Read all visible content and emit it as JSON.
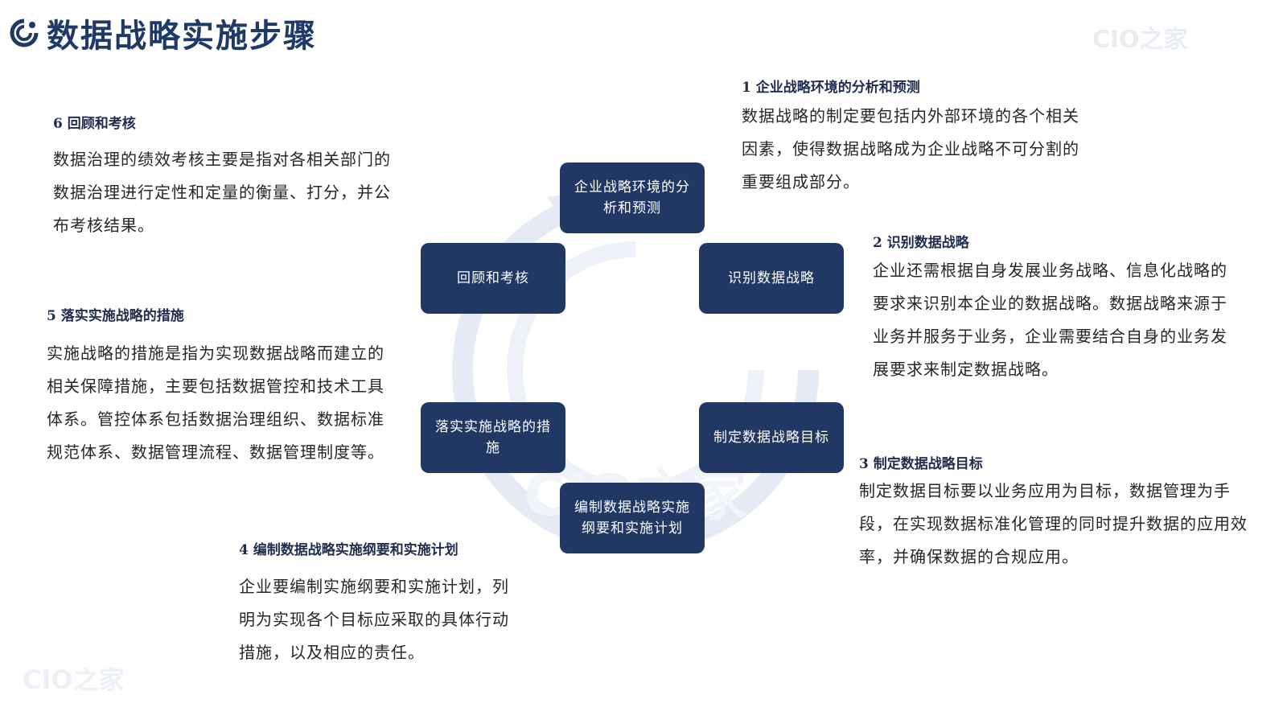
{
  "header": {
    "title": "数据战略实施步骤",
    "watermark": "CIO之家"
  },
  "cycle": {
    "nodes": [
      "企业战略环境的分析和预测",
      "识别数据战略",
      "制定数据战略目标",
      "编制数据战略实施纲要和实施计划",
      "落实实施战略的措施",
      "回顾和考核"
    ]
  },
  "steps": [
    {
      "title": "1 企业战略环境的分析和预测",
      "desc": "数据战略的制定要包括内外部环境的各个相关因素，使得数据战略成为企业战略不可分割的重要组成部分。"
    },
    {
      "title": "2 识别数据战略",
      "desc": "企业还需根据自身发展业务战略、信息化战略的要求来识别本企业的数据战略。数据战略来源于业务并服务于业务，企业需要结合自身的业务发展要求来制定数据战略。"
    },
    {
      "title": "3 制定数据战略目标",
      "desc": "制定数据目标要以业务应用为目标，数据管理为手段，在实现数据标准化管理的同时提升数据的应用效率，并确保数据的合规应用。"
    },
    {
      "title": "4 编制数据战略实施纲要和实施计划",
      "desc": "企业要编制实施纲要和实施计划，列明为实现各个目标应采取的具体行动措施，以及相应的责任。"
    },
    {
      "title": "5 落实实施战略的措施",
      "desc": "实施战略的措施是指为实现数据战略而建立的相关保障措施，主要包括数据管控和技术工具体系。管控体系包括数据治理组织、数据标准规范体系、数据管理流程、数据管理制度等。"
    },
    {
      "title": "6 回顾和考核",
      "desc": "数据治理的绩效考核主要是指对各相关部门的数据治理进行定性和定量的衡量、打分，并公布考核结果。"
    }
  ]
}
